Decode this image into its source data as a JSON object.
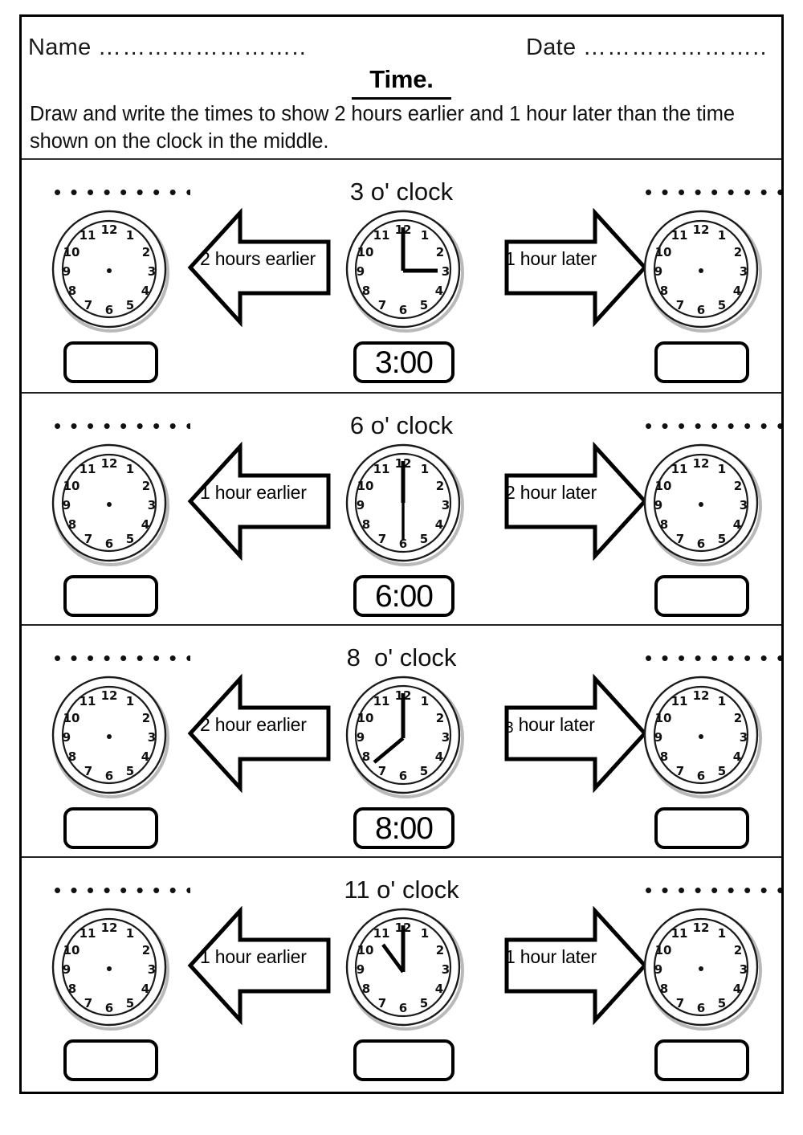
{
  "header": {
    "name_label": "Name",
    "name_dots": "……………………..",
    "date_label": "Date",
    "date_dots": "…………………..",
    "title": "Time.",
    "instruction": "Draw and write the times to show 2 hours earlier and 1 hour later than the time shown on the clock in the middle."
  },
  "dotted_line": "• • • • • • • • • • • • • • • • • •",
  "rows": [
    {
      "title": "3 o' clock",
      "left_arrow_label": "2 hours earlier",
      "right_arrow_label": "1 hour later",
      "left_arrow_lead": "",
      "right_arrow_lead": "",
      "middle_time": "3:00",
      "middle_hour": 3,
      "middle_minute": 0,
      "left_answer": "",
      "right_answer": "",
      "left_dots": "• • • • • • • • • • • • • • • • • •",
      "right_dots": "• • • • • • • • • • • • • • • • • •"
    },
    {
      "title": "6 o' clock",
      "left_arrow_label": "1 hour earlier",
      "right_arrow_label": "2 hour later",
      "left_arrow_lead": "",
      "right_arrow_lead": "",
      "middle_time": "6:00",
      "middle_hour": 6,
      "middle_minute": 0,
      "left_answer": "",
      "right_answer": "",
      "left_dots": "• • • • • • • • • • • • • • • • • •",
      "right_dots": "• • • • • • • • • • • • • • • • • •"
    },
    {
      "title": "8  o' clock",
      "left_arrow_label": "2 hour earlier",
      "right_arrow_label": "hour later",
      "left_arrow_lead": "",
      "right_arrow_lead": "3",
      "middle_time": "8:00",
      "middle_hour": 8,
      "middle_minute": 0,
      "left_answer": "",
      "right_answer": "",
      "left_dots": "• • • • • • • • • • • • • • • • • •",
      "right_dots": "• • • • • • • • • • • • • • • • • •"
    },
    {
      "title": "11 o' clock",
      "left_arrow_label": "1 hour earlier",
      "right_arrow_label": "1 hour later",
      "left_arrow_lead": "",
      "right_arrow_lead": "",
      "middle_time": "",
      "middle_hour": 11,
      "middle_minute": 0,
      "left_answer": "",
      "right_answer": "",
      "left_dots": "• • • • • • • • • • • • • • • • • •",
      "right_dots": "• • • • • • • • • • • • • • • • • •"
    }
  ],
  "clock_face": {
    "numerals": [
      "1",
      "2",
      "3",
      "4",
      "5",
      "6",
      "7",
      "8",
      "9",
      "10",
      "11",
      "12"
    ],
    "has_center_dot_when_blank": true
  },
  "colors": {
    "ink": "#000000",
    "paper": "#ffffff",
    "clock_rim_shadow": "#b9b9b9"
  }
}
